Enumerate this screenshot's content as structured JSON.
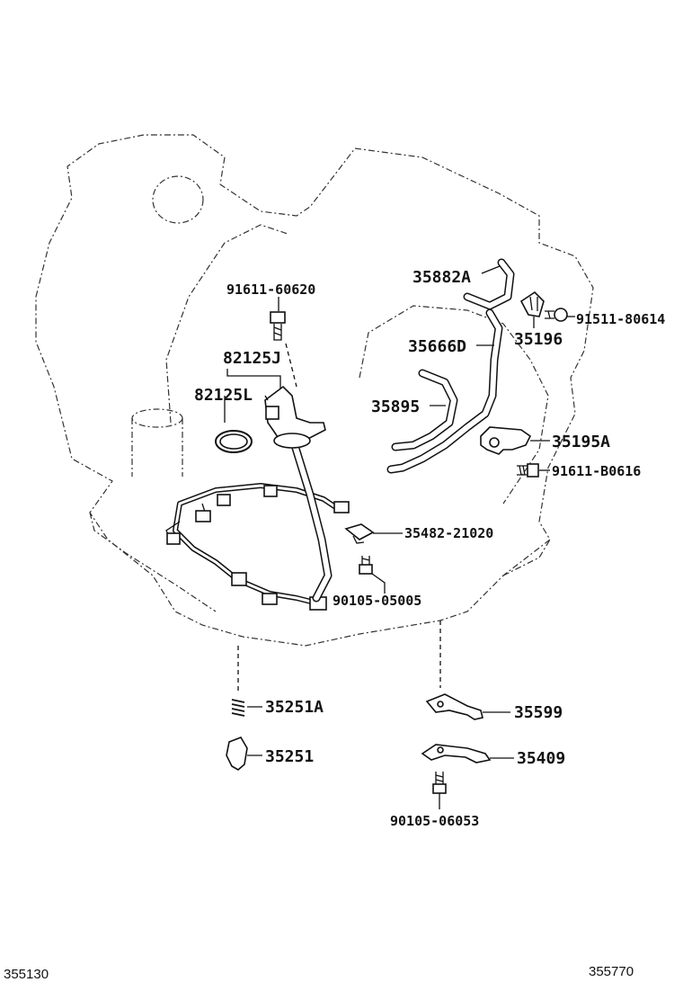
{
  "parts": {
    "p91611_60620": "91611-60620",
    "p82125J": "82125J",
    "p82125L": "82125L",
    "p35882A": "35882A",
    "p91511_80614": "91511-80614",
    "p35196": "35196",
    "p35666D": "35666D",
    "p35895": "35895",
    "p35195A": "35195A",
    "p91611_B0616": "91611-B0616",
    "p35482_21020": "35482-21020",
    "p90105_05005": "90105-05005",
    "p35251A": "35251A",
    "p35251": "35251",
    "p35599": "35599",
    "p35409": "35409",
    "p90105_06053": "90105-06053"
  },
  "footer": {
    "left_ref": "355130",
    "right_ref": "355770"
  }
}
